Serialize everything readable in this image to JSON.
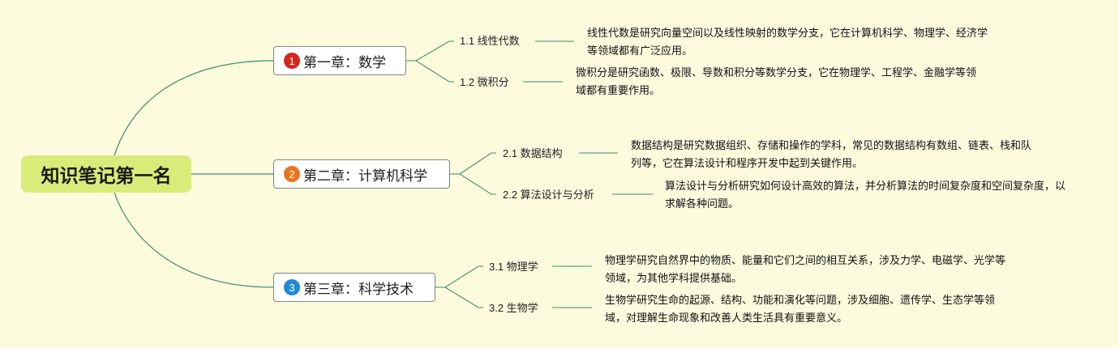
{
  "root": {
    "title": "知识笔记第一名"
  },
  "chapters": [
    {
      "number": "1",
      "color": "#d7261e",
      "title": "第一章：数学",
      "subs": [
        {
          "title": "1.1 线性代数",
          "desc": "线性代数是研究向量空间以及线性映射的数学分支，它在计算机科学、物理学、经济学等领域都有广泛应用。"
        },
        {
          "title": "1.2 微积分",
          "desc": "微积分是研究函数、极限、导数和积分等数学分支，它在物理学、工程学、金融学等领域都有重要作用。"
        }
      ]
    },
    {
      "number": "2",
      "color": "#e8741f",
      "title": "第二章：计算机科学",
      "subs": [
        {
          "title": "2.1 数据结构",
          "desc": "数据结构是研究数据组织、存储和操作的学科，常见的数据结构有数组、链表、栈和队列等，它在算法设计和程序开发中起到关键作用。"
        },
        {
          "title": "2.2 算法设计与分析",
          "desc": "算法设计与分析研究如何设计高效的算法，并分析算法的时间复杂度和空间复杂度，以求解各种问题。"
        }
      ]
    },
    {
      "number": "3",
      "color": "#1e8ad6",
      "title": "第三章：科学技术",
      "subs": [
        {
          "title": "3.1 物理学",
          "desc": "物理学研究自然界中的物质、能量和它们之间的相互关系，涉及力学、电磁学、光学等领域，为其他学科提供基础。"
        },
        {
          "title": "3.2 生物学",
          "desc": "生物学研究生命的起源、结构、功能和演化等问题，涉及细胞、遗传学、生态学等领域，对理解生命现象和改善人类生活具有重要意义。"
        }
      ]
    }
  ],
  "line_color": "#3e8c6a"
}
